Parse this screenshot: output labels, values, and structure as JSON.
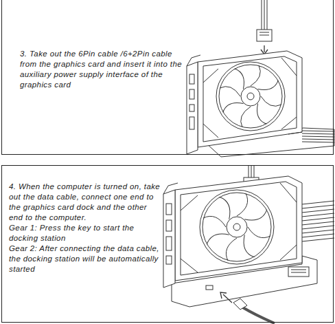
{
  "diagram": {
    "nodes": [
      {
        "text": [
          "3. Take out the 6Pin cable /6+2Pin cable from the graphics card and insert it into the auxiliary power supply interface of the graphics card"
        ]
      },
      {
        "text": [
          "4. When the computer is turned on, take out the data cable, connect one end to the graphics card dock and the other end to the computer.",
          "Gear 1: Press the key to start the docking station",
          "Gear 2: After connecting the data cable, the docking station will be automatically started"
        ]
      }
    ]
  }
}
